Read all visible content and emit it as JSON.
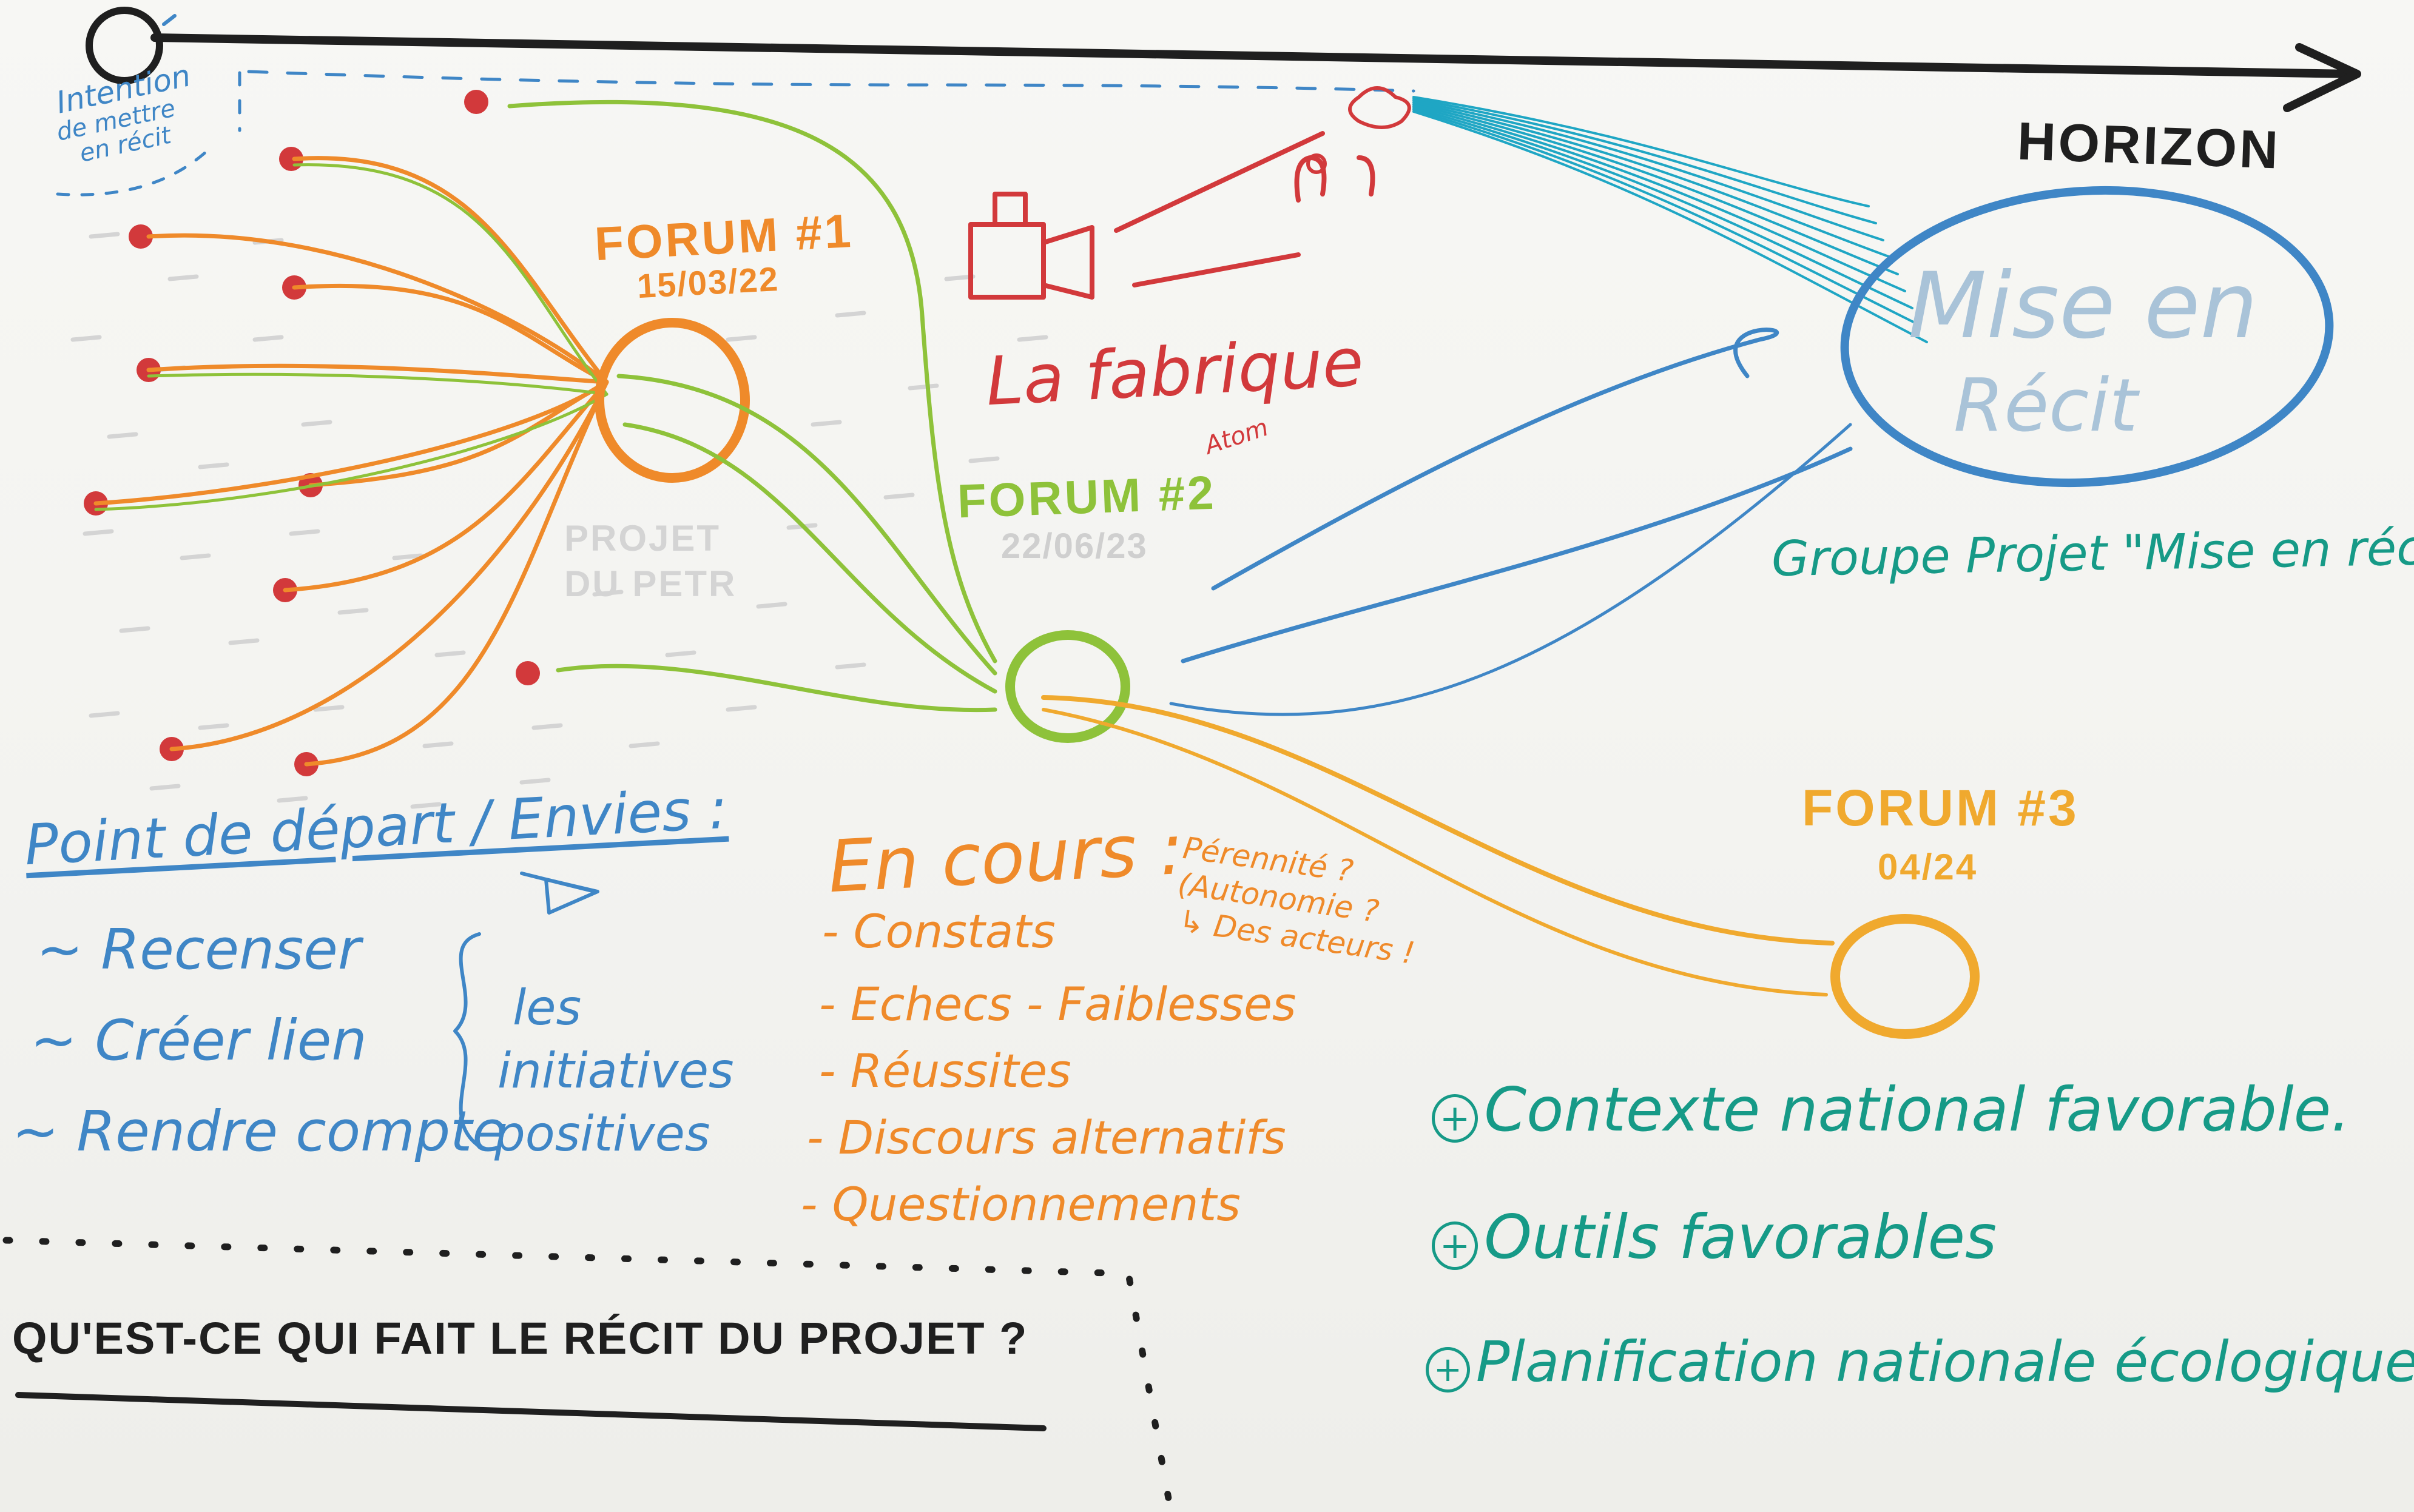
{
  "colors": {
    "paper": "#f5f5f2",
    "red": "#d2393b",
    "orange": "#ef8a2a",
    "yellow": "#f0a92e",
    "green": "#8ec23a",
    "blue": "#3f86c6",
    "cyan": "#1fa6c4",
    "teal": "#169a87",
    "black": "#1f1f1f",
    "grey": "#d4d4d4"
  },
  "timeline": {
    "horizon_label": "HORIZON",
    "intention_note": [
      "Intention",
      "de mettre",
      "en récit"
    ]
  },
  "fabrique": {
    "label": "La fabrique",
    "sub": "Atom"
  },
  "mise_en_recit": {
    "line1": "Mise en",
    "line2": "Récit",
    "caption": "Groupe Projet \"Mise en récit\""
  },
  "forums": [
    {
      "title": "FORUM #1",
      "date": "15/03/22"
    },
    {
      "title": "FORUM #2",
      "date": "22/06/23"
    },
    {
      "title": "FORUM #3",
      "date": "04/24"
    }
  ],
  "projet_petr": [
    "PROJET",
    "DU PETR"
  ],
  "point_depart": {
    "title": "Point de départ / Envies :",
    "items": [
      "~ Recenser",
      "~ Créer lien",
      "~ Rendre compte"
    ],
    "brace_label": [
      "les",
      "initiatives",
      "positives"
    ]
  },
  "en_cours": {
    "title": "En cours :",
    "side_note": [
      "Pérennité ?",
      "(Autonomie ?",
      "↳ Des acteurs !"
    ],
    "items": [
      "- Constats",
      "- Echecs - Faiblesses",
      "- Réussites",
      "- Discours alternatifs",
      "- Questionnements"
    ]
  },
  "favorables": {
    "items": [
      "Contexte national favorable.",
      "Outils favorables",
      "Planification nationale écologique"
    ],
    "bullet": "+"
  },
  "question": "QU'EST-CE QUI FAIT LE RÉCIT DU PROJET ?"
}
